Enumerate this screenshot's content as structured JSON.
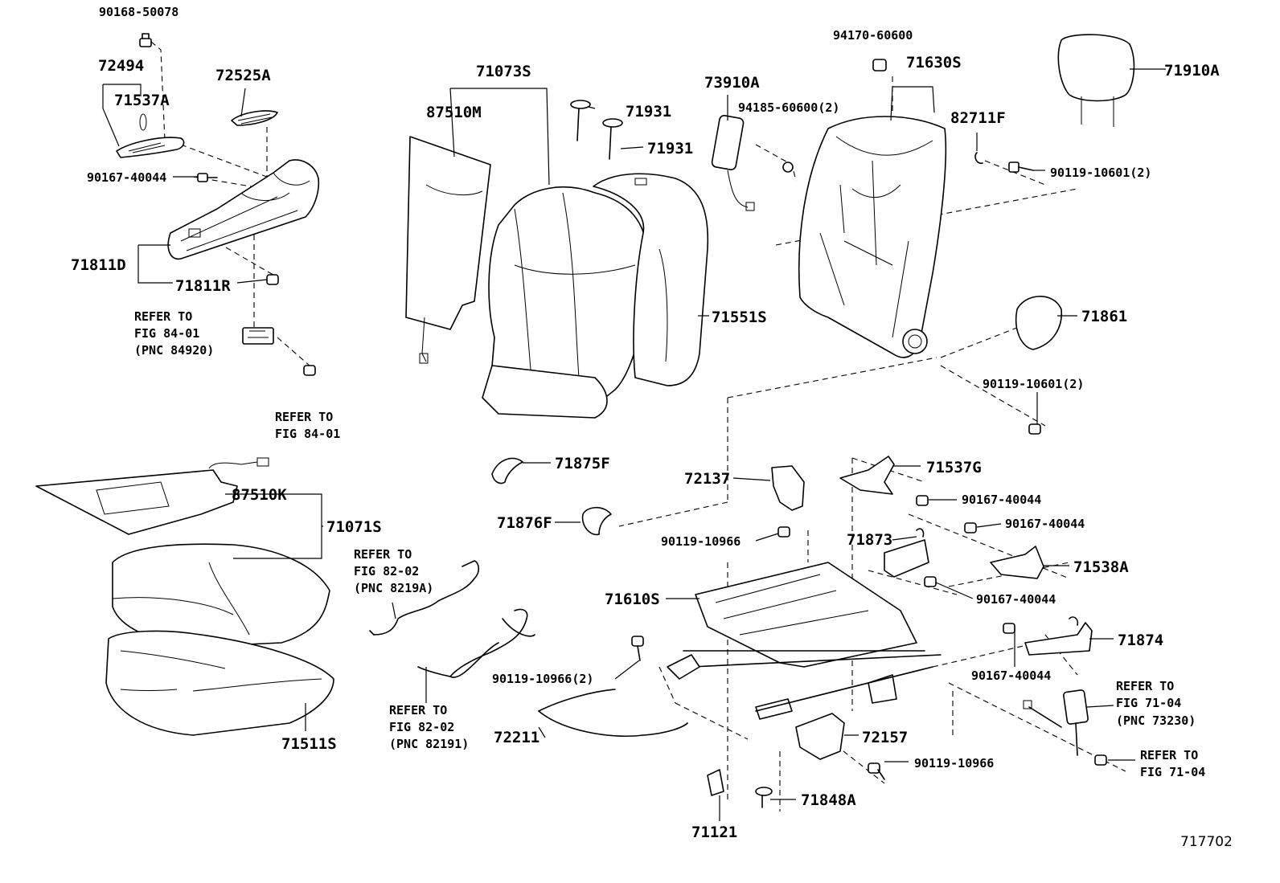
{
  "diagram": {
    "labels": {
      "p90168_50078": "90168-50078",
      "p72494": "72494",
      "p71537A": "71537A",
      "p72525A": "72525A",
      "p90167_40044_a": "90167-40044",
      "p71811D": "71811D",
      "p71811R": "71811R",
      "refer_84_01_a_1": "REFER TO",
      "refer_84_01_a_2": "FIG 84-01",
      "refer_84_01_a_3": "(PNC 84920)",
      "refer_84_01_b_1": "REFER TO",
      "refer_84_01_b_2": "FIG 84-01",
      "p71073S": "71073S",
      "p87510M": "87510M",
      "p71931_a": "71931",
      "p71931_b": "71931",
      "p73910A": "73910A",
      "p94170_60600": "94170-60600",
      "p94185_60600": "94185-60600(2)",
      "p71630S": "71630S",
      "p82711F": "82711F",
      "p71910A": "71910A",
      "p90119_10601_a": "90119-10601(2)",
      "p71551S": "71551S",
      "p71861": "71861",
      "p90119_10601_b": "90119-10601(2)",
      "p87510K": "87510K",
      "p71071S": "71071S",
      "p71875F": "71875F",
      "p71876F": "71876F",
      "p72137": "72137",
      "p71537G": "71537G",
      "p90167_40044_b": "90167-40044",
      "p90167_40044_c": "90167-40044",
      "p90119_10966_a": "90119-10966",
      "p71873": "71873",
      "p71538A": "71538A",
      "p71610S": "71610S",
      "p90167_40044_d": "90167-40044",
      "refer_82_02_a_1": "REFER TO",
      "refer_82_02_a_2": "FIG 82-02",
      "refer_82_02_a_3": "(PNC 8219A)",
      "p90119_10966_b": "90119-10966(2)",
      "p71874": "71874",
      "p90167_40044_e": "90167-40044",
      "refer_71_04_a_1": "REFER TO",
      "refer_71_04_a_2": "FIG 71-04",
      "refer_71_04_a_3": "(PNC 73230)",
      "refer_82_02_b_1": "REFER TO",
      "refer_82_02_b_2": "FIG 82-02",
      "refer_82_02_b_3": "(PNC 82191)",
      "p72211": "72211",
      "p72157": "72157",
      "p90119_10966_c": "90119-10966",
      "refer_71_04_b_1": "REFER TO",
      "refer_71_04_b_2": "FIG 71-04",
      "p71511S": "71511S",
      "p71848A": "71848A",
      "p71121": "71121",
      "diagram_id": "717702"
    }
  }
}
